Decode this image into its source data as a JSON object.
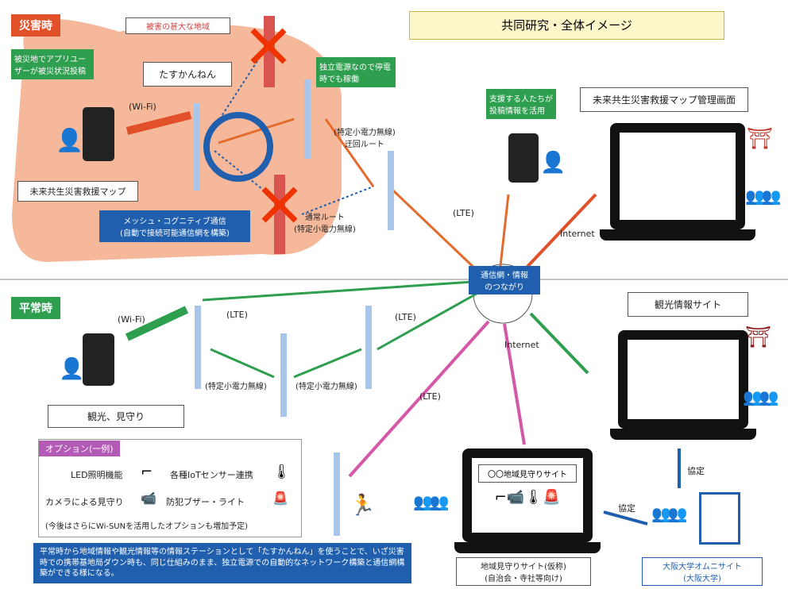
{
  "disaster": {
    "tag": "災害時",
    "damage_area": "被害の甚大な地域",
    "user_post": "被災地でアプリユーザーが被災状況投稿",
    "tasukan": "たすかんねん",
    "independent_power": "独立電源なので停電時でも稼働",
    "wifi": "(Wi-Fi)",
    "map_name": "未来共生災害救援マップ",
    "mesh": "メッシュ・コグニティブ通信\n(自動で接続可能通信網を構築)",
    "specific_low_power_detour": "(特定小電力無線)\n迂回ルート",
    "normal_route": "通常ルート\n(特定小電力無線)",
    "supporters": "支援する人たちが投稿情報を活用",
    "map_admin": "未来共生災害救援マップ管理画面",
    "lte": "(LTE)",
    "internet": "Internet"
  },
  "header_title": "共同研究・全体イメージ",
  "hub": "通信網・情報\nのつながり",
  "normal": {
    "tag": "平常時",
    "wifi": "(Wi-Fi)",
    "lte_left": "(LTE)",
    "lte_right": "(LTE)",
    "lte_diag": "(LTE)",
    "internet": "Internet",
    "slp1": "(特定小電力無線)",
    "slp2": "(特定小電力無線)",
    "sightseeing_watch": "観光、見守り",
    "tourism_site": "観光情報サイト",
    "local_watch_site": "〇〇地域見守りサイト",
    "local_watch_caption": "地域見守りサイト(仮称)\n(自治会・寺社等向け)",
    "cooperate1": "協定",
    "cooperate2": "協定",
    "omni_site": "大阪大学オムニサイト\n(大阪大学)"
  },
  "options": {
    "title": "オプション(一例)",
    "led": "LED照明機能",
    "iot": "各種IoTセンサー連携",
    "camera": "カメラによる見守り",
    "buzzer": "防犯ブザー・ライト",
    "wisun": "(今後はさらにWi-SUNを活用したオプションも増加予定)"
  },
  "footer": "平常時から地域情報や観光情報等の情報ステーションとして「たすかんねん」を使うことで、いざ災害時での携帯基地局ダウン時も、同じ仕組みのまま、独立電源での自動的なネットワーク構築と通信網構築ができる様になる。",
  "colors": {
    "red": "#e2502a",
    "green": "#2e9e4f",
    "blue": "#1f5fae",
    "pink": "#d457a8",
    "orange": "#e36b2c",
    "area": "#f5b89a"
  }
}
